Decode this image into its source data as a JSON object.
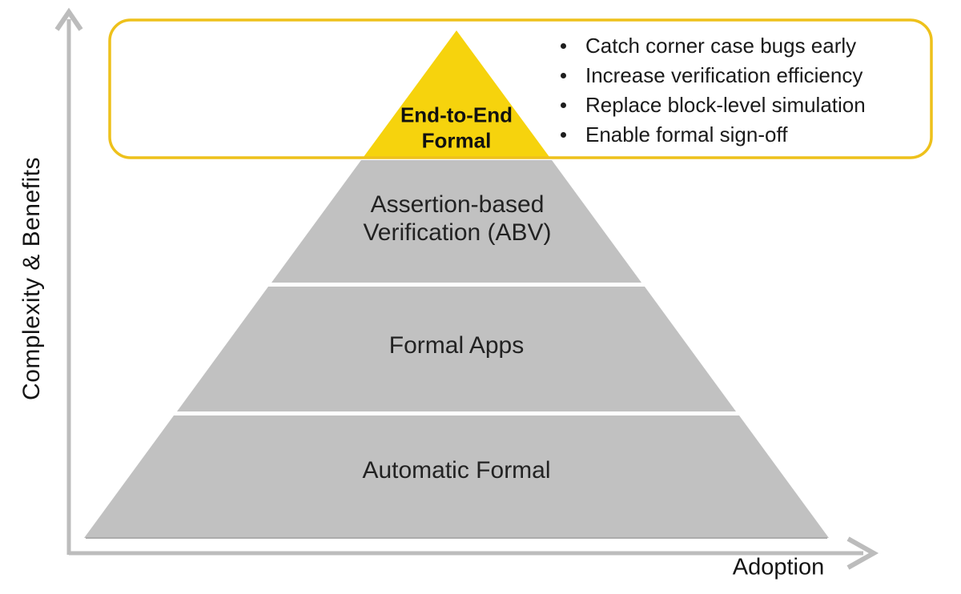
{
  "diagram": {
    "y_axis_label": "Complexity & Benefits",
    "x_axis_label": "Adoption",
    "colors": {
      "axis": "#bcbcbc",
      "pyramid_gray": "#c1c1c1",
      "pyramid_yellow": "#f6d30d",
      "callout_border": "#eec11b",
      "base_edge": "#ababab"
    },
    "pyramid_layers": [
      {
        "name": "end-to-end-formal",
        "lines": [
          "End-to-End",
          "Formal"
        ]
      },
      {
        "name": "assertion-based-verification",
        "lines": [
          "Assertion-based",
          "Verification (ABV)"
        ]
      },
      {
        "name": "formal-apps",
        "lines": [
          "Formal Apps"
        ]
      },
      {
        "name": "automatic-formal",
        "lines": [
          "Automatic Formal"
        ]
      }
    ],
    "callout_bullets": [
      "Catch corner case bugs early",
      "Increase verification efficiency",
      "Replace block-level simulation",
      "Enable formal sign-off"
    ]
  }
}
